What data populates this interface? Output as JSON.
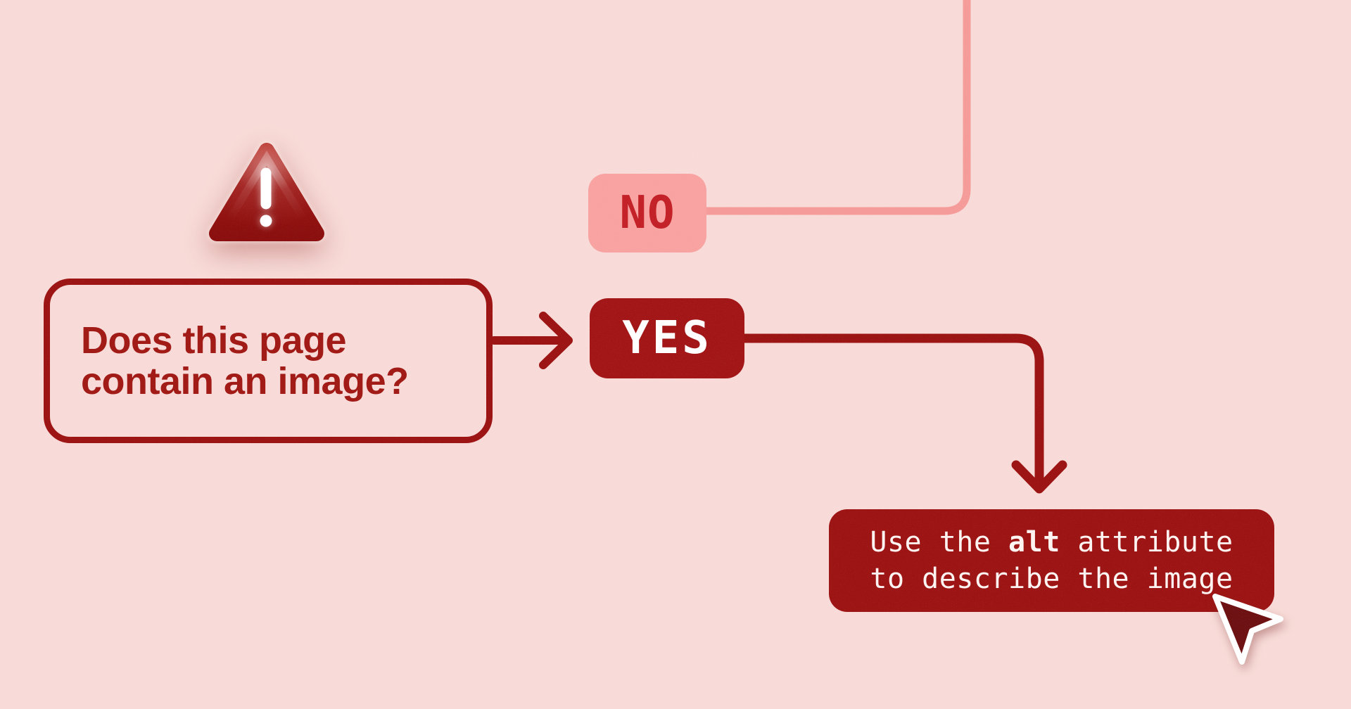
{
  "page": {
    "background_color": "#f8dbd8",
    "description": "Flowchart illustration about using the alt attribute for images"
  },
  "palette": {
    "dark_red": "#9c1413",
    "yes_node_red": "#a31617",
    "result_node_red": "#9d1414",
    "no_node_pink": "#f8a3a1",
    "no_line_pink": "#f59c9a",
    "no_label_red": "#c32127",
    "cursor_fill": "#6d1113",
    "text_white": "#ffffff"
  },
  "diagram": {
    "question_node": {
      "line1": "Does this page",
      "line2": "contain an image?"
    },
    "no_node": {
      "label": "NO"
    },
    "yes_node": {
      "label": "YES"
    },
    "result_node": {
      "line1_prefix": "Use the ",
      "line1_code": "alt",
      "line1_suffix": " attribute",
      "line2": "to describe the image"
    },
    "icons": {
      "warning": "warning-triangle-icon",
      "cursor": "cursor-pointer-icon"
    }
  }
}
